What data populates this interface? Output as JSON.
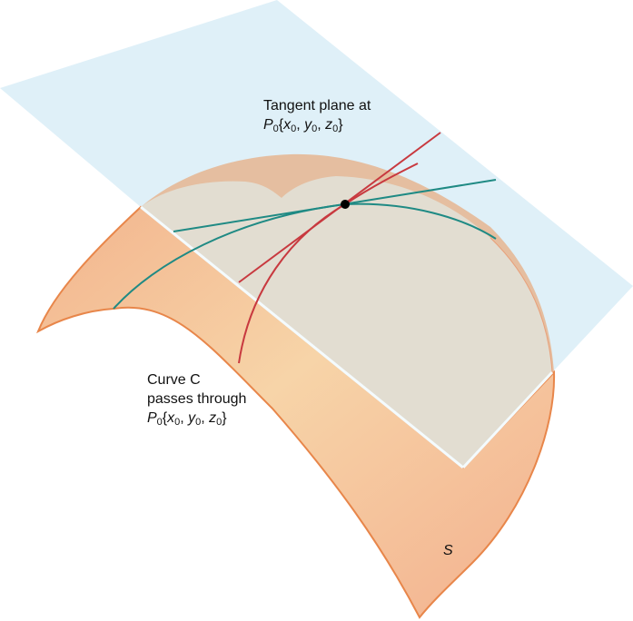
{
  "figure": {
    "tangent_label": {
      "line1": "Tangent plane at",
      "point": "P",
      "sub0": "0",
      "brace_open": "{",
      "x": "x",
      "y": "y",
      "z": "z",
      "brace_close": "}"
    },
    "curve_label": {
      "line1": "Curve C",
      "line2": "passes through",
      "point": "P",
      "sub0": "0",
      "brace_open": "{",
      "x": "x",
      "y": "y",
      "z": "z",
      "brace_close": "}"
    },
    "surface_label": "S"
  },
  "colors": {
    "plane_fill": "#dff0f8",
    "surface_fill": "#f5c49a",
    "surface_edge": "#e8864a",
    "overlap_fill": "#e2ddd1",
    "back_surface": "#e2b89a",
    "teal_curve": "#1f8a84",
    "red_curve": "#c8393f",
    "point": "#000000"
  }
}
